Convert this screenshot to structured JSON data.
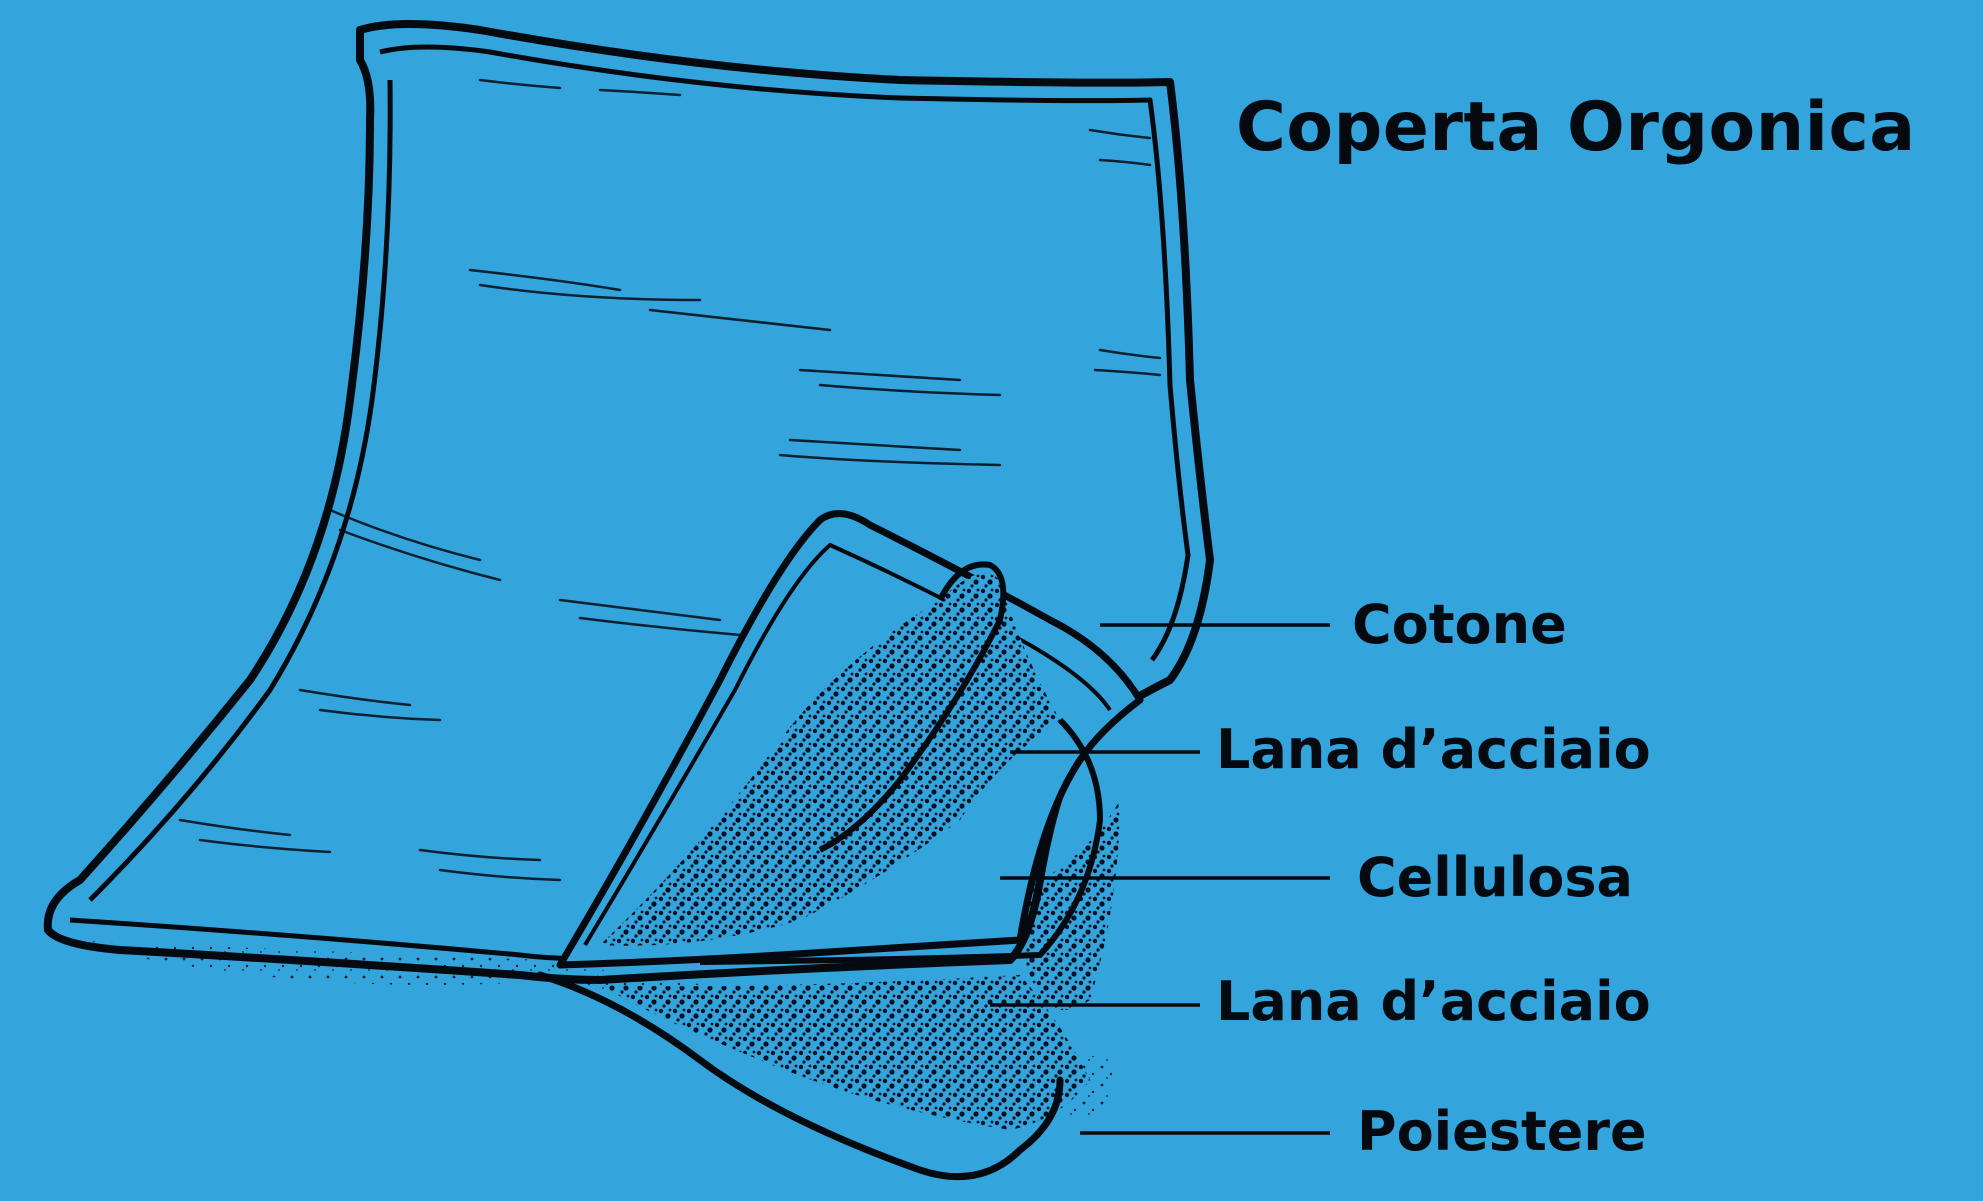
{
  "title": "Coperta Orgonica",
  "layers": [
    {
      "label": "Cotone"
    },
    {
      "label": "Lana d’acciaio"
    },
    {
      "label": "Cellulosa"
    },
    {
      "label": "Lana d’acciaio"
    },
    {
      "label": "Poiestere"
    }
  ],
  "colors": {
    "background": "#34a4dc",
    "ink": "#050a10"
  }
}
